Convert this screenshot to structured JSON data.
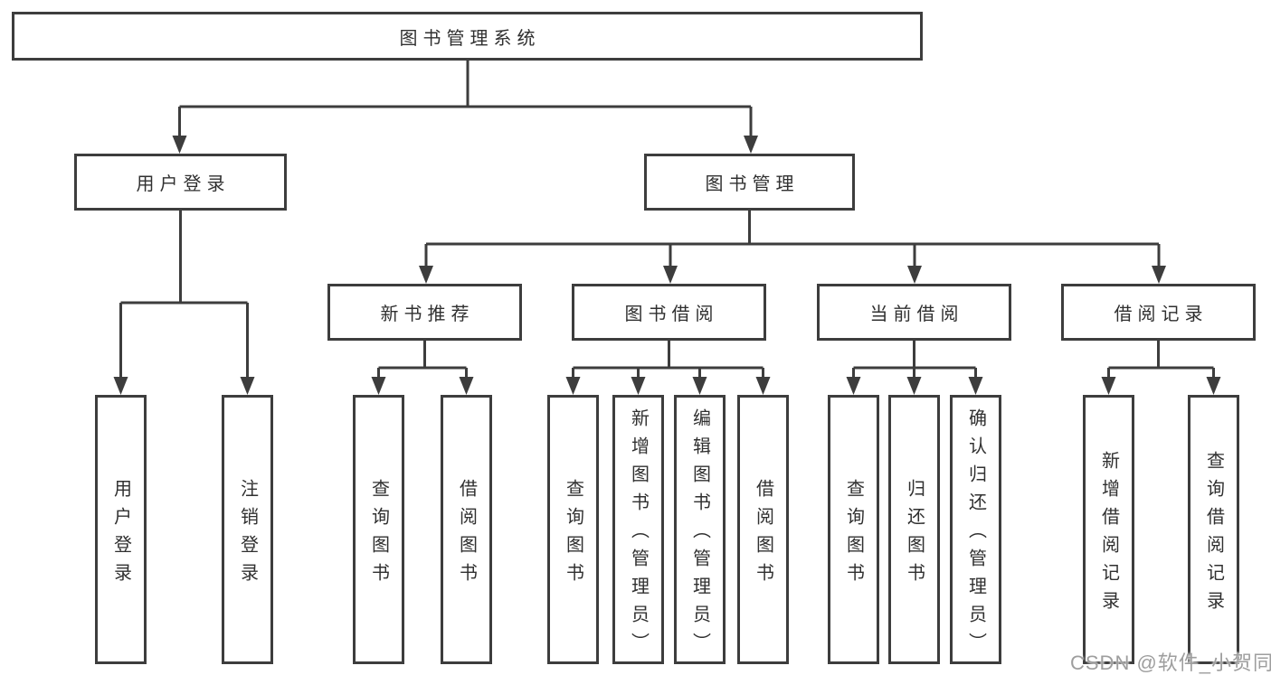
{
  "diagram": {
    "tree": {
      "root": {
        "label": "图书管理系统"
      },
      "branches": [
        {
          "label": "用户登录",
          "children": [
            {
              "label": "用户登录"
            },
            {
              "label": "注销登录"
            }
          ]
        },
        {
          "label": "图书管理",
          "children": [
            {
              "label": "新书推荐",
              "children": [
                {
                  "label": "查询图书"
                },
                {
                  "label": "借阅图书"
                }
              ]
            },
            {
              "label": "图书借阅",
              "children": [
                {
                  "label": "查询图书"
                },
                {
                  "label": "新增图书（管理员）"
                },
                {
                  "label": "编辑图书（管理员）"
                },
                {
                  "label": "借阅图书"
                }
              ]
            },
            {
              "label": "当前借阅",
              "children": [
                {
                  "label": "查询图书"
                },
                {
                  "label": "归还图书"
                },
                {
                  "label": "确认归还（管理员）"
                }
              ]
            },
            {
              "label": "借阅记录",
              "children": [
                {
                  "label": "新增借阅记录"
                },
                {
                  "label": "查询借阅记录"
                }
              ]
            }
          ]
        }
      ]
    }
  },
  "watermark": {
    "text": "CSDN @软件_小贺同学"
  },
  "colors": {
    "line": "#3d3d3d",
    "text": "#303030",
    "background": "#ffffff",
    "watermark": "#9e9e9e"
  }
}
